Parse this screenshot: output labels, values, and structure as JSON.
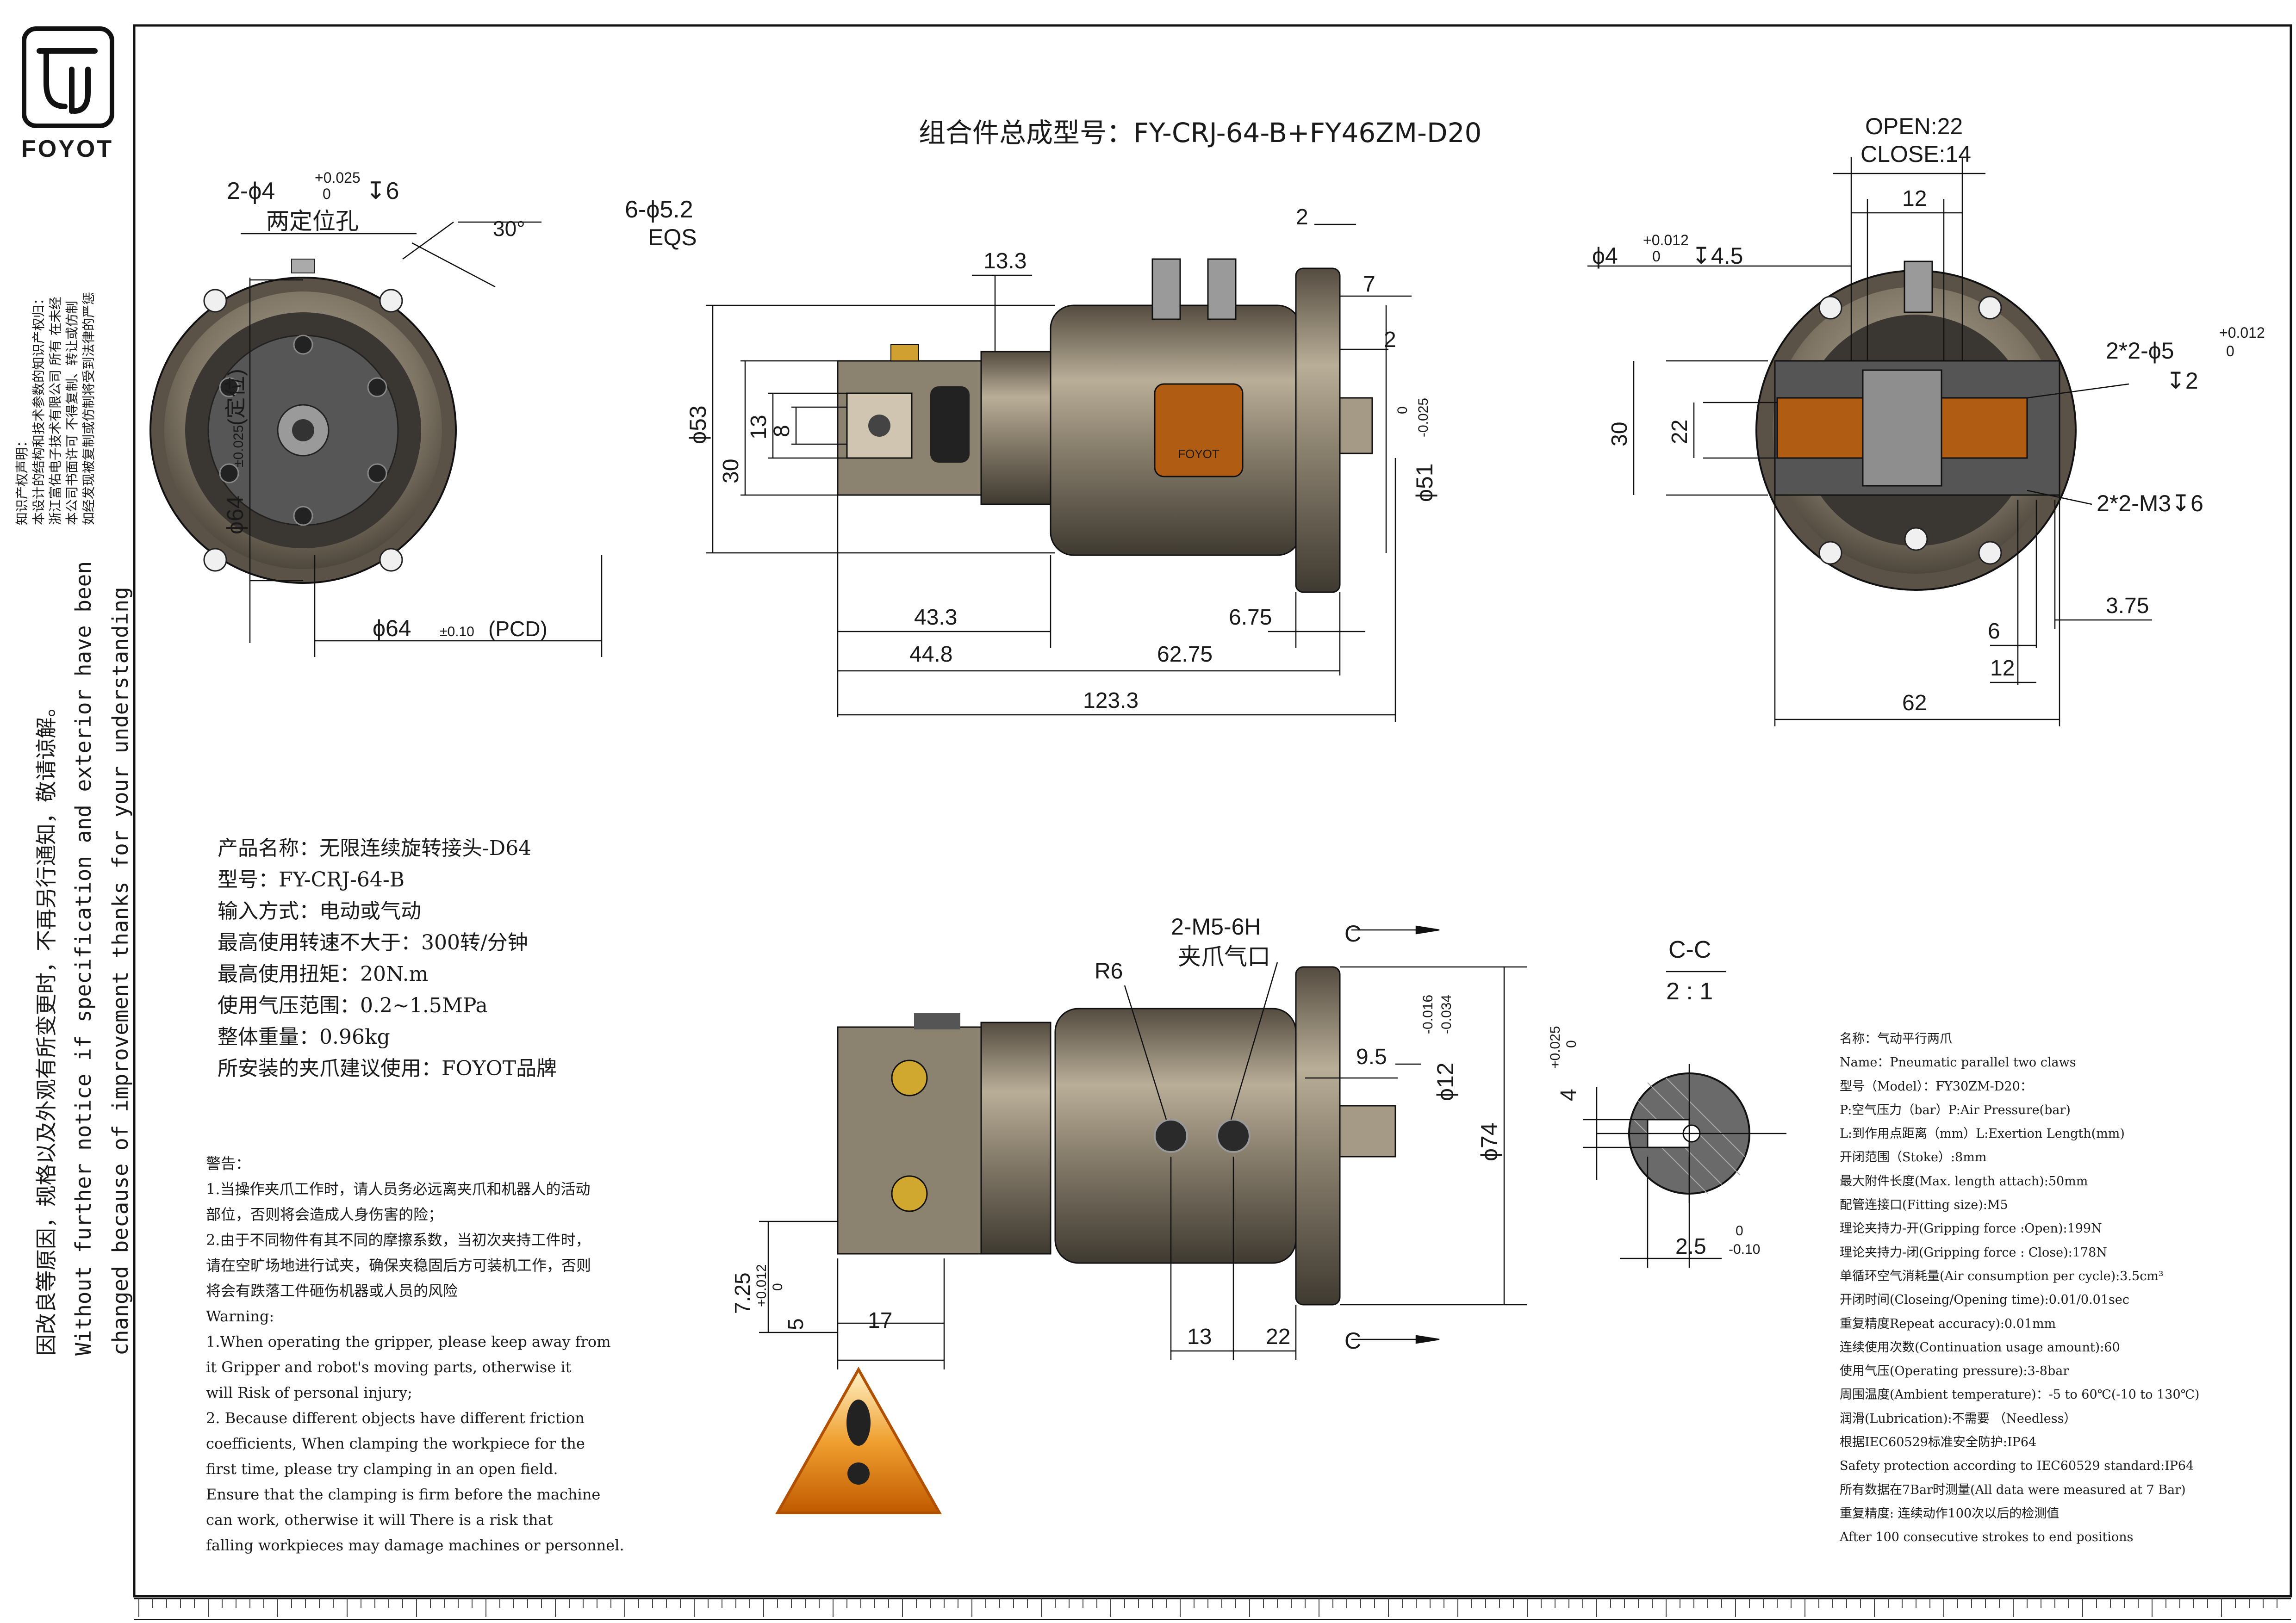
{
  "brand": {
    "name": "FOYOT"
  },
  "title": "组合件总成型号：FY-CRJ-64-B+FY46ZM-D20",
  "ip_notice": [
    "知识产权声明：",
    "本设计的结构和技术参数的知识产权归：",
    "浙江富佑电子技术有限公司 所有 在未经",
    "本公司书面许可 不得复制、转让或仿制",
    "如经发现被复制或仿制将受到法律的严惩"
  ],
  "change_notice": [
    "因改良等原因，规格以及外观有所变更时，不再另行通知，敬请谅解。",
    "Without further  notice if specification and exterior have been",
    "changed because of improvement thanks for your understanding"
  ],
  "product_spec": [
    "产品名称：无限连续旋转接头-D64",
    "型号：FY-CRJ-64-B",
    "输入方式：电动或气动",
    "最高使用转速不大于：300转/分钟",
    "最高使用扭矩：20N.m",
    "使用气压范围：0.2~1.5MPa",
    "整体重量：0.96kg",
    "所安装的夹爪建议使用：FOYOT品牌"
  ],
  "warning": [
    "警告：",
    "1.当操作夹爪工作时，请人员务必远离夹爪和机器人的活动",
    "部位，否则将会造成人身伤害的险；",
    "2.由于不同物件有其不同的摩擦系数，当初次夹持工件时，",
    "请在空旷场地进行试夹，确保夹稳固后方可装机工作，否则",
    "将会有跌落工件砸伤机器或人员的风险",
    "Warning:",
    "1.When operating the gripper, please keep away from",
    "it Gripper and robot's moving parts, otherwise it",
    "will Risk of personal injury;",
    "2. Because different objects have different friction",
    "coefficients, When clamping the workpiece for the",
    "first time, please try clamping in an open field.",
    "Ensure that the clamping is firm before the machine",
    "can work, otherwise it will There is a risk that",
    "falling workpieces may damage machines or personnel."
  ],
  "gripper_spec": [
    "名称：气动平行两爪",
    "Name：Pneumatic parallel two claws",
    "型号（Model）：FY30ZM-D20：",
    "P:空气压力（bar）P:Air Pressure(bar)",
    "L:到作用点距离（mm）L:Exertion Length(mm)",
    "开闭范围（Stoke）:8mm",
    "最大附件长度(Max. length attach):50mm",
    "配管连接口(Fitting size):M5",
    "理论夹持力-开(Gripping force :Open):199N",
    "理论夹持力-闭(Gripping force : Close):178N",
    "单循环空气消耗量(Air consumption per cycle):3.5cm³",
    "开闭时间(Closeing/Opening time):0.01/0.01sec",
    "重复精度Repeat accuracy):0.01mm",
    "连续使用次数(Continuation usage amount):60",
    "使用气压(Operating pressure):3-8bar",
    "周围温度(Ambient temperature)：-5 to 60℃(-10 to 130℃)",
    "润滑(Lubrication):不需要 （Needless）",
    "根据IEC60529标准安全防护:IP64",
    "Safety protection according to IEC60529 standard:IP64",
    "所有数据在7Bar时测量(All data were measured at 7 Bar)",
    "重复精度: 连续动作100次以后的检测值",
    "After 100 consecutive strokes to end positions"
  ],
  "dims": {
    "front": {
      "pins": "2-ϕ4",
      "pins_tol_up": "+0.025",
      "pins_tol_lo": "0",
      "pins_depth": "↧6",
      "pins_label": "两定位孔",
      "angle": "30°",
      "holes": "6-ϕ5.2",
      "holes_eqs": "EQS",
      "pcd": "ϕ64",
      "pcd_tol": "±0.10",
      "pcd_label": "(PCD)",
      "dia": "ϕ64",
      "dia_tol": "±0.025",
      "dia_label": "(定位)"
    },
    "side": {
      "d133": "13.3",
      "d2a": "2",
      "d7": "7",
      "d2b": "2",
      "d53": "ϕ53",
      "d30": "30",
      "d13": "13",
      "d8": "8",
      "d51": "ϕ51",
      "d51_up": "0",
      "d51_lo": "-0.025",
      "d433": "43.3",
      "d448": "44.8",
      "d675": "6.75",
      "d6275": "62.75",
      "d1233": "123.3"
    },
    "right": {
      "open": "OPEN:22",
      "close": "CLOSE:14",
      "d12a": "12",
      "pin": "ϕ4",
      "pin_up": "+0.012",
      "pin_lo": "0",
      "pin_depth": "↧4.5",
      "d30": "30",
      "d22": "22",
      "holes": "2*2-ϕ5",
      "holes_up": "+0.012",
      "holes_lo": "0",
      "holes_depth": "↧2",
      "m3": "2*2-M3↧6",
      "d375": "3.75",
      "d6": "6",
      "d12b": "12",
      "d62": "62"
    },
    "bottom": {
      "m5": "2-M5-6H",
      "m5_label": "夹爪气口",
      "r6": "R6",
      "c_top": "C",
      "c_bot": "C",
      "tol_up": "-0.016",
      "tol_lo": "-0.034",
      "d95": "9.5",
      "d12": "ϕ12",
      "d74": "ϕ74",
      "d725": "7.25",
      "d725_up": "+0.012",
      "d725_lo": "0",
      "d5": "5",
      "d17": "17",
      "d13": "13",
      "d22": "22"
    },
    "section": {
      "label": "C-C",
      "scale": "2 : 1",
      "d4": "4",
      "d4_up": "+0.025",
      "d4_lo": "0",
      "d25": "2.5",
      "d25_up": "0",
      "d25_lo": "-0.10"
    }
  },
  "logo_badge": "FOYOT",
  "colors": {
    "line": "#1a1a1a",
    "body_metal": "#8a8272",
    "dark_face": "#3b3b3b",
    "orange": "#d07a10",
    "brass": "#c8a040"
  }
}
